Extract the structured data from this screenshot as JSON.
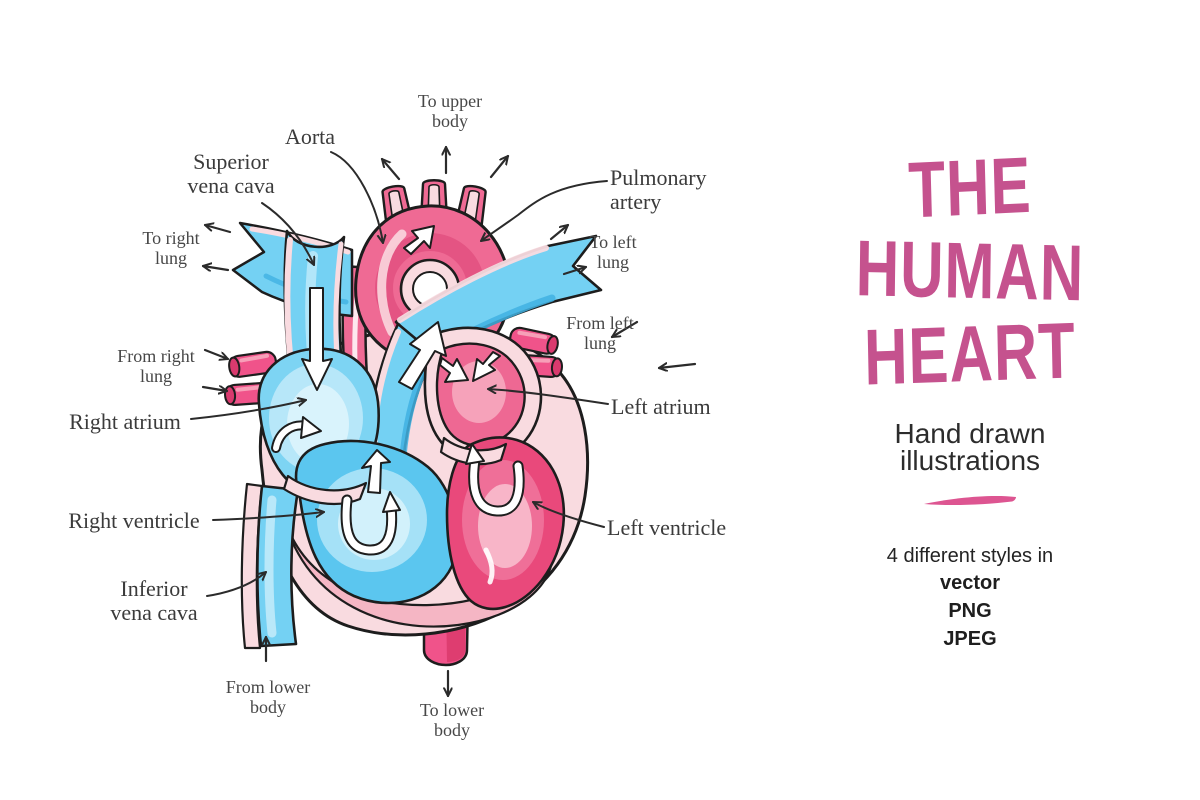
{
  "diagram": {
    "labels": {
      "to_upper_body": "To upper body",
      "aorta": "Aorta",
      "superior_vena_cava": "Superior vena cava",
      "to_right_lung": "To right lung",
      "pulmonary_artery": "Pulmonary artery",
      "to_left_lung": "To left lung",
      "from_left_lung": "From left lung",
      "from_right_lung": "From right lung",
      "right_atrium": "Right atrium",
      "left_atrium": "Left atrium",
      "right_ventricle": "Right ventricle",
      "left_ventricle": "Left ventricle",
      "inferior_vena_cava": "Inferior vena cava",
      "from_lower_body": "From lower body",
      "to_lower_body": "To lower body"
    },
    "colors": {
      "oxygenated_pink": "#ef6a94",
      "deoxygenated_blue": "#74d1f3",
      "vessel_wall_pink": "#f9dbe0",
      "outline": "#1d1d1d"
    }
  },
  "panel": {
    "title_lines": [
      "THE",
      "HUMAN",
      "HEART"
    ],
    "subtitle": "Hand drawn illustrations",
    "styles_intro": "4 different styles in",
    "formats": [
      "vector",
      "PNG",
      "JPEG"
    ],
    "accent_color": "#c5528e"
  }
}
